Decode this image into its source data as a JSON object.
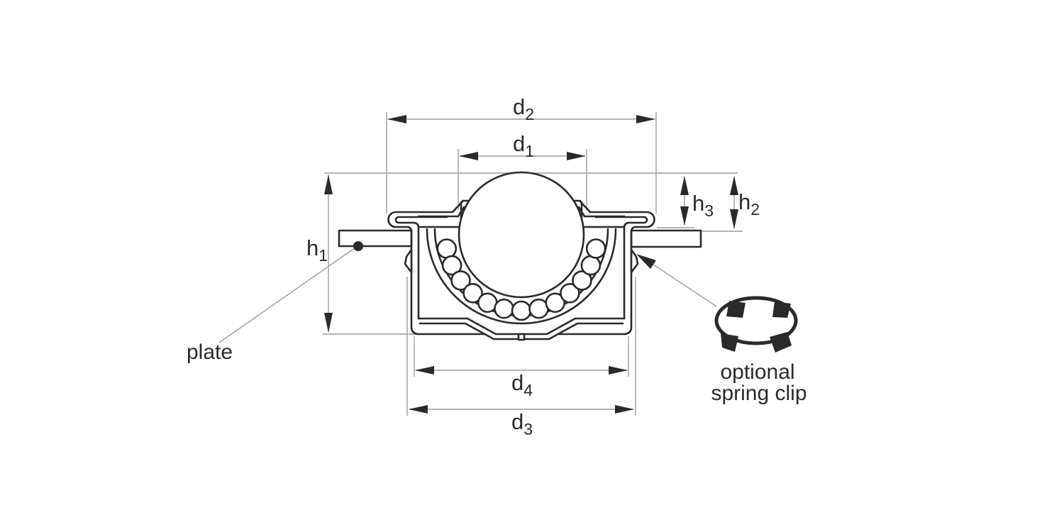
{
  "diagram": {
    "type": "technical-drawing",
    "subject": "ball transfer unit cross-section",
    "colors": {
      "outline": "#2a2a29",
      "dimension_line": "#9c9c9c",
      "text": "#2a2a29",
      "background": "#ffffff"
    },
    "dimensions": {
      "d1": {
        "base": "d",
        "sub": "1"
      },
      "d2": {
        "base": "d",
        "sub": "2"
      },
      "d3": {
        "base": "d",
        "sub": "3"
      },
      "d4": {
        "base": "d",
        "sub": "4"
      },
      "h1": {
        "base": "h",
        "sub": "1"
      },
      "h2": {
        "base": "h",
        "sub": "2"
      },
      "h3": {
        "base": "h",
        "sub": "3"
      }
    },
    "annotations": {
      "plate": "plate",
      "spring_clip_line1": "optional",
      "spring_clip_line2": "spring clip"
    }
  }
}
